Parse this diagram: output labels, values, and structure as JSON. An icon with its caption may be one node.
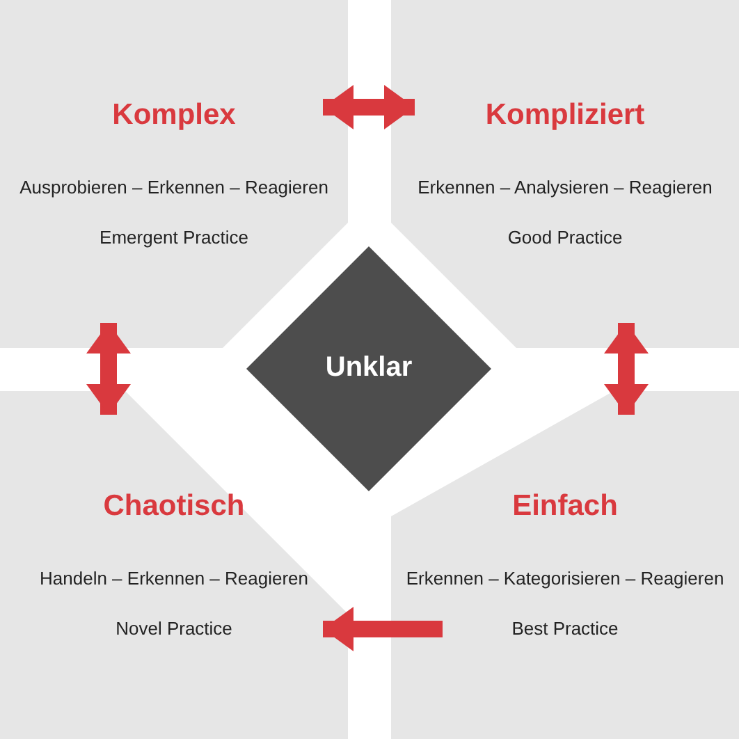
{
  "diagram": {
    "nodes": [
      {
        "text": [
          "Komplex",
          "Ausprobieren – Erkennen – Reagieren",
          "Emergent Practice"
        ]
      },
      {
        "text": [
          "Kompliziert",
          "Erkennen – Analysieren – Reagieren",
          "Good Practice"
        ]
      },
      {
        "text": [
          "Chaotisch",
          "Handeln – Erkennen – Reagieren",
          "Novel Practice"
        ]
      },
      {
        "text": [
          "Einfach",
          "Erkennen – Kategorisieren – Reagieren",
          "Best Practice"
        ]
      },
      {
        "text": [
          "Unklar"
        ]
      }
    ],
    "edges": [
      {
        "from": 0,
        "to": 1,
        "arrow": "both",
        "color": "#d9393e"
      },
      {
        "from": 0,
        "to": 2,
        "arrow": "both",
        "color": "#d9393e"
      },
      {
        "from": 1,
        "to": 3,
        "arrow": "both",
        "color": "#d9393e"
      },
      {
        "from": 3,
        "to": 2,
        "arrow": "to",
        "color": "#d9393e"
      }
    ]
  }
}
